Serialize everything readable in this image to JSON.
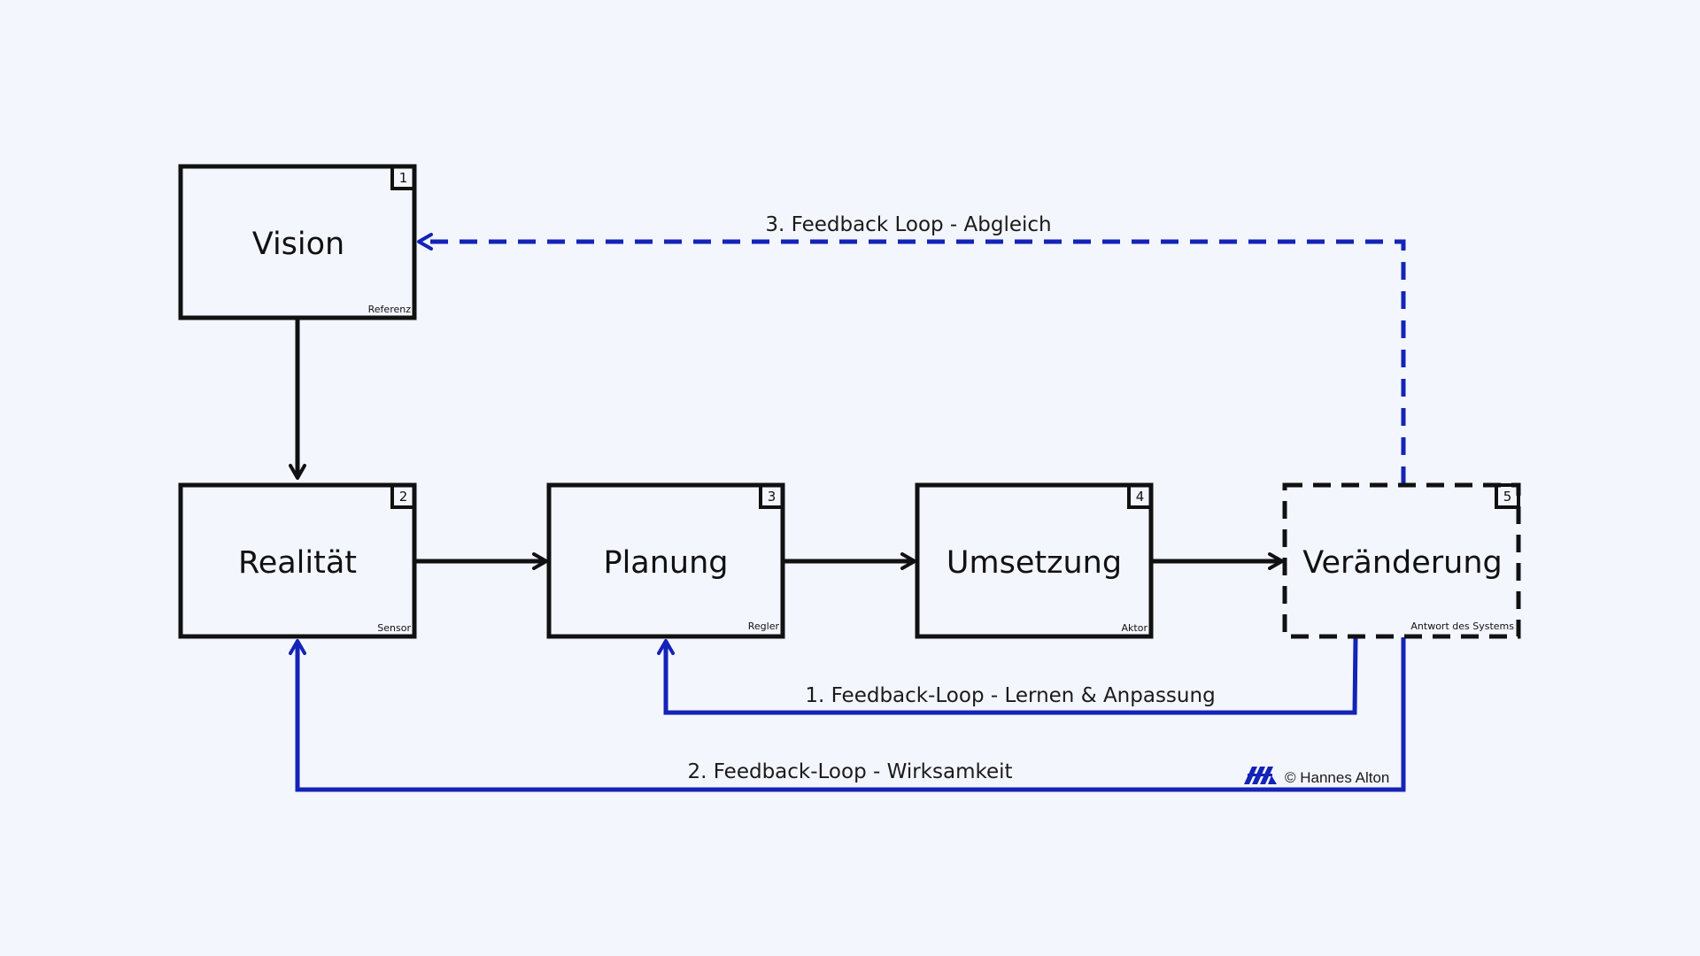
{
  "diagram": {
    "nodes": [
      {
        "id": "vision",
        "number": "1",
        "title": "Vision",
        "subtitle": "Referenz"
      },
      {
        "id": "realitaet",
        "number": "2",
        "title": "Realität",
        "subtitle": "Sensor"
      },
      {
        "id": "planung",
        "number": "3",
        "title": "Planung",
        "subtitle": "Regler"
      },
      {
        "id": "umsetzung",
        "number": "4",
        "title": "Umsetzung",
        "subtitle": "Aktor"
      },
      {
        "id": "veraenderung",
        "number": "5",
        "title": "Veränderung",
        "subtitle": "Antwort des Systems"
      }
    ],
    "loops": {
      "loop1": "1. Feedback-Loop - Lernen & Anpassung",
      "loop2": "2. Feedback-Loop - Wirksamkeit",
      "loop3": "3. Feedback Loop - Abgleich"
    },
    "colors": {
      "background": "#F4F6FE",
      "stroke": "#111111",
      "feedback": "#1423B8"
    }
  },
  "credit": {
    "text": "© Hannes Alton"
  }
}
